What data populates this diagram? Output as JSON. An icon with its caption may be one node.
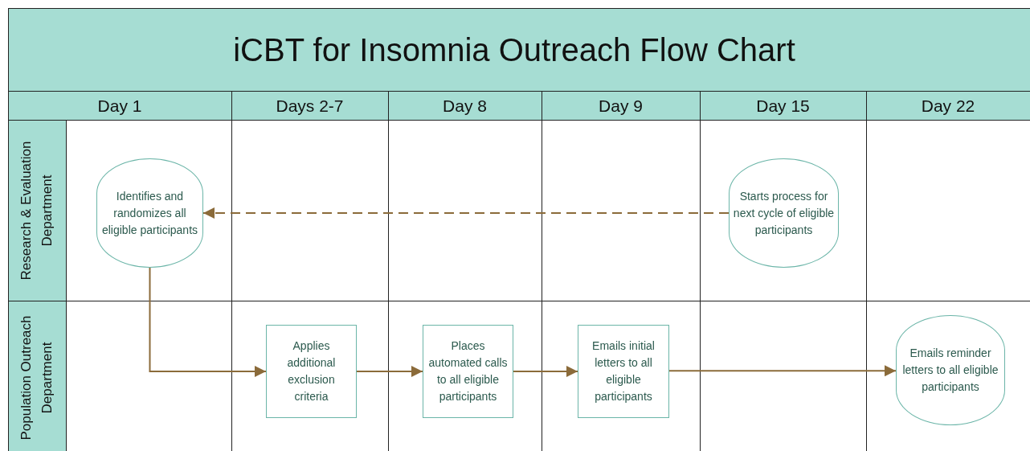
{
  "diagram": {
    "title": "iCBT for Insomnia Outreach Flow Chart",
    "nodes": [
      {
        "text": [
          "Identifies and randomizes all eligible participants"
        ]
      },
      {
        "text": [
          "Starts process for next cycle of eligible participants"
        ]
      },
      {
        "text": [
          "Applies additional exclusion criteria"
        ]
      },
      {
        "text": [
          "Places automated calls to all eligible participants"
        ]
      },
      {
        "text": [
          "Emails initial letters to  all eligible participants"
        ]
      },
      {
        "text": [
          "Emails reminder letters to all eligible participants"
        ]
      }
    ],
    "edges": [
      {
        "from": 1,
        "to": 0,
        "arrow": "to",
        "style": "dashed"
      },
      {
        "from": 0,
        "to": 2,
        "arrow": "to"
      },
      {
        "from": 2,
        "to": 3,
        "arrow": "to"
      },
      {
        "from": 3,
        "to": 4,
        "arrow": "to"
      },
      {
        "from": 4,
        "to": 5,
        "arrow": "to"
      }
    ],
    "labels": [
      "Day 1",
      "Days 2-7",
      "Day 8",
      "Day 9",
      "Day 15",
      "Day 22",
      "Research & Evaluation Department",
      "Population Outreach Department"
    ]
  }
}
